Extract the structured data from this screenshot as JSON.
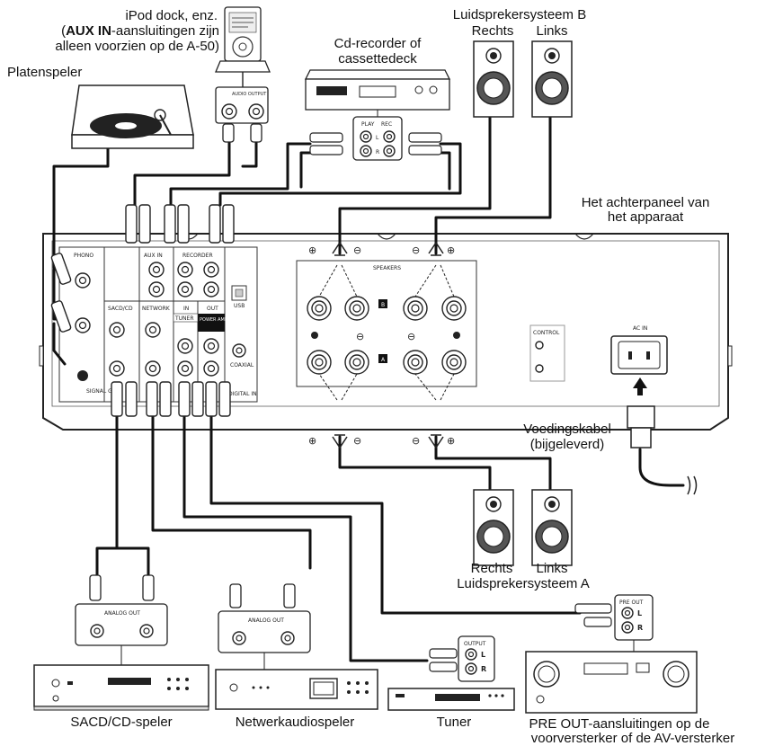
{
  "labels": {
    "ipod_line1": "iPod dock, enz.",
    "ipod_line2_bold": "AUX IN",
    "ipod_line2_rest": "-aansluitingen zijn",
    "ipod_line2_open": "(",
    "ipod_line3": "alleen voorzien op de A-50)",
    "turntable": "Platenspeler",
    "cd_recorder_line1": "Cd-recorder of",
    "cd_recorder_line2": "cassettedeck",
    "speaker_b_title": "Luidsprekersysteem B",
    "speaker_b_right": "Rechts",
    "speaker_b_left": "Links",
    "rear_panel_line1": "Het achterpaneel van",
    "rear_panel_line2": "het apparaat",
    "power_cable_line1": "Voedingskabel",
    "power_cable_line2": "(bijgeleverd)",
    "speaker_a_right": "Rechts",
    "speaker_a_left": "Links",
    "speaker_a_title": "Luidsprekersysteem A",
    "sacd_player": "SACD/CD-speler",
    "network_player": "Netwerkaudiospeler",
    "tuner": "Tuner",
    "preout_line1": "PRE OUT-aansluitingen op de",
    "preout_line2": "voorversterker of de AV-versterker"
  },
  "panel_text": {
    "phono": "PHONO",
    "aux_in": "AUX IN",
    "recorder": "RECORDER",
    "sacd_cd": "SACD/CD",
    "network": "NETWORK",
    "tuner": "TUNER",
    "power_amp_direct": "POWER AMP DIRECT",
    "in": "IN",
    "out": "OUT",
    "usb": "USB",
    "coaxial": "COAXIAL",
    "digital_in": "DIGITAL IN",
    "signal_gnd": "SIGNAL GND",
    "speakers": "SPEAKERS",
    "control": "CONTROL",
    "ac_in": "AC IN",
    "play": "PLAY",
    "rec": "REC",
    "audio_output": "AUDIO OUTPUT",
    "analog_out": "ANALOG OUT",
    "output": "OUTPUT",
    "pre_out": "PRE OUT",
    "ch_l": "L",
    "ch_r": "R",
    "polarity_plus": "⊕",
    "polarity_minus": "⊖",
    "speaker_set_a": "A",
    "speaker_set_b": "B"
  }
}
